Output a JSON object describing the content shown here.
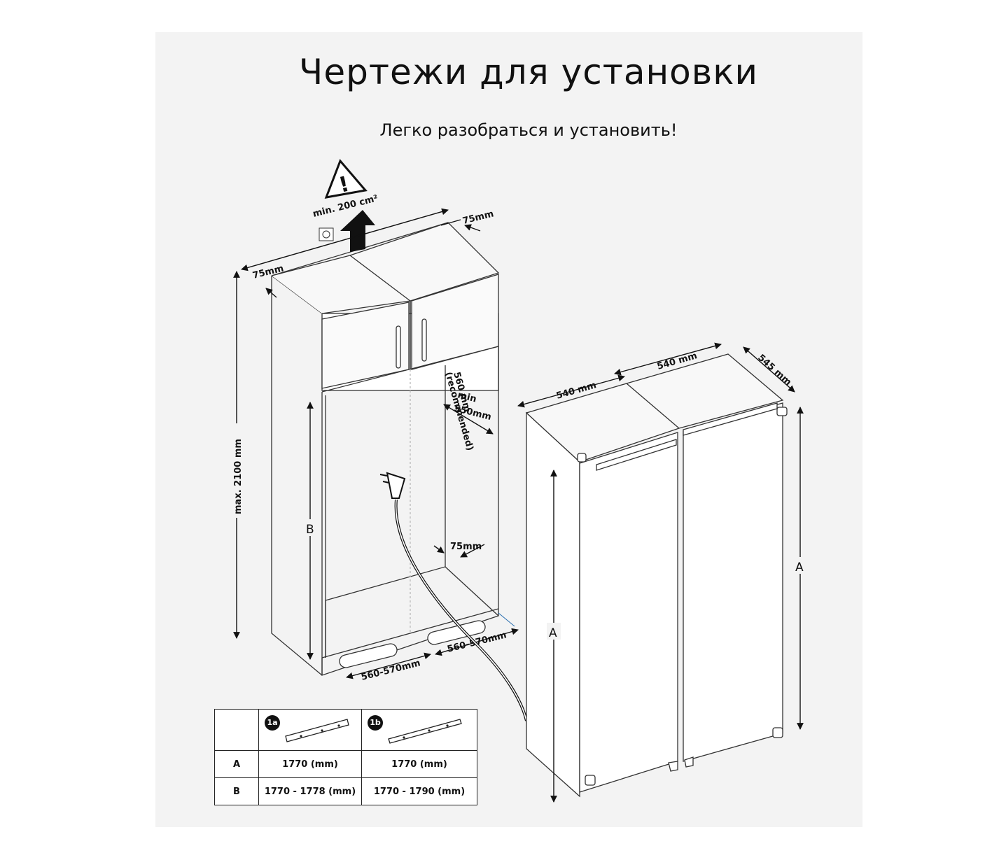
{
  "header": {
    "title": "Чертежи для установки",
    "subtitle": "Легко разобраться и установить!"
  },
  "niche": {
    "ventilation_label": "min. 200 cm²",
    "top_gap_right": "75mm",
    "top_gap_left": "75mm",
    "height_label": "max. 2100 mm",
    "dim_b": "B",
    "depth_recommended_1": "560 mm",
    "depth_recommended_2": "(recommended)",
    "depth_min_1": "min",
    "depth_min_2": "550mm",
    "rear_gap": "75mm",
    "width_left": "560-570mm",
    "width_right": "560-570mm"
  },
  "fridge": {
    "width_left": "540 mm",
    "width_right": "540 mm",
    "depth": "545 mm",
    "dim_a_left": "A",
    "dim_a_right": "A"
  },
  "table": {
    "col_1a": "1a",
    "col_1b": "1b",
    "rows": [
      {
        "label": "A",
        "v1": "1770 (mm)",
        "v2": "1770 (mm)"
      },
      {
        "label": "B",
        "v1": "1770 - 1778 (mm)",
        "v2": "1770 - 1790 (mm)"
      }
    ]
  }
}
